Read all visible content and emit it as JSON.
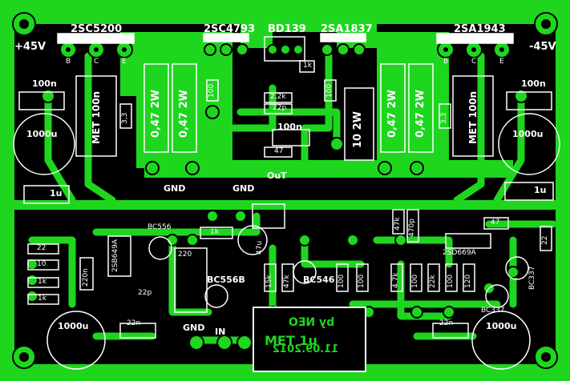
{
  "transistors": {
    "q1": "2SC5200",
    "q2": "2SC4793",
    "q3": "BD139",
    "q4": "2SA1837",
    "q5": "2SA1943"
  },
  "pins": {
    "b": "B",
    "c": "C",
    "e": "E"
  },
  "rails": {
    "pos": "+45V",
    "neg": "-45V"
  },
  "caps": {
    "c100n": "100n",
    "c1000u": "1000u",
    "c1u": "1u",
    "c22p": "22p",
    "c22n": "22n",
    "c470p": "470p",
    "c220": "220",
    "c220n": "220n",
    "c47u": "47u",
    "met1u": "MET 1u"
  },
  "resistors": {
    "met100n": "MET 100n",
    "r047": "0,47  2W",
    "r33": "3,3",
    "r100": "100",
    "r1k": "1k",
    "r22k": "2,2k",
    "r47": "47",
    "r10w": "10  2W",
    "r22": "22",
    "r10": "10",
    "r15k": "15k",
    "r47k": "47k",
    "r4k7": "4.7k",
    "r22kb": "22k",
    "r120": "120"
  },
  "labels": {
    "gnd": "GND",
    "out": "OuT",
    "in": "IN",
    "bc556": "BC556",
    "bc556b": "BC556B",
    "bc546": "BC546",
    "bc337": "BC337",
    "d669": "2SD669A",
    "b649": "2SB649A"
  },
  "credit": {
    "by": "by NEO",
    "date": "11.09.2012"
  },
  "colors": {
    "copper": "#1ed61e",
    "silk": "#ffffff",
    "background": "#000000"
  }
}
